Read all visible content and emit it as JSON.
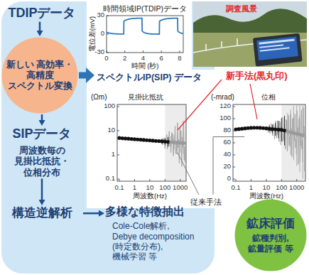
{
  "diagram": {
    "nodes": [
      {
        "text": [
          "TDIPデータ"
        ]
      },
      {
        "text": [
          "新しい 高効率・高精度 スペクトル変換"
        ]
      },
      {
        "text": [
          "SIPデータ",
          "周波数毎の 見掛比抵抗・ 位相分布"
        ]
      },
      {
        "text": [
          "構造逆解析"
        ]
      },
      {
        "text": [
          "多様な特徴抽出",
          "Cole-Cole解析, Debye decomposition (時定数分布), 機械学習 等"
        ]
      },
      {
        "text": [
          "鉱床評価",
          "鉱種判別, 鉱量評価 等"
        ]
      },
      {
        "text": [
          "スペクトルIP(SIP) データ"
        ]
      }
    ],
    "edges": [
      {
        "from": 0,
        "to": 1,
        "arrow": "to"
      },
      {
        "from": 1,
        "to": 2,
        "arrow": "to"
      },
      {
        "from": 2,
        "to": 3,
        "arrow": "to"
      },
      {
        "from": 3,
        "to": 4,
        "arrow": "to"
      },
      {
        "from": 1,
        "to": 6,
        "arrow": "to"
      }
    ],
    "labels": [
      "時間領域IP(TDIP)データ",
      "電位差(mV)",
      "30",
      "0",
      "-30",
      "0",
      "2",
      "4",
      "6",
      "8",
      "時間 (秒)",
      "調査風景",
      "新手法(黒丸印)",
      "(Ωm)",
      "見掛比抵抗",
      "100",
      "10",
      "1",
      "0.1",
      "0.1",
      "1",
      "10",
      "100",
      "1000",
      "周波数(Hz)",
      "(-mrad)",
      "位相",
      "120",
      "100",
      "80",
      "60",
      "40",
      "20",
      "0",
      "0.1",
      "1",
      "10",
      "100",
      "1000",
      "周波数(Hz)",
      "従来手法"
    ]
  }
}
